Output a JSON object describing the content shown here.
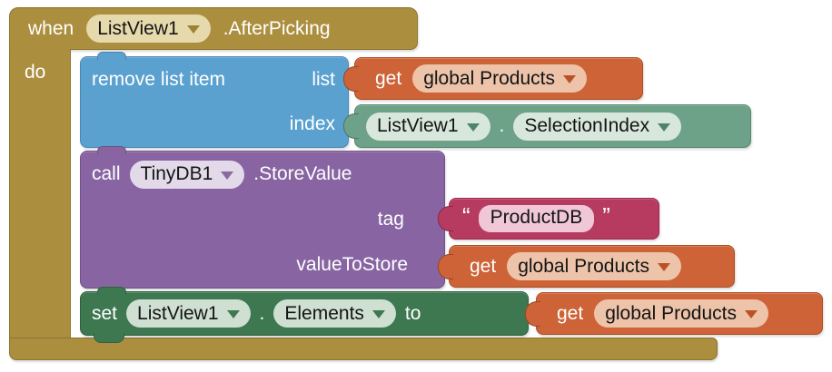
{
  "colors": {
    "event": "#AB8F3F",
    "event_border": "#8C7430",
    "event_dd": "#E6D9AC",
    "event_arrow": "#9C8334",
    "blue": "#5BA1D0",
    "blue_border": "#4788B5",
    "orange": "#CD6337",
    "orange_border": "#AD4D22",
    "orange_dd": "#EDC3A9",
    "orange_arrow": "#BD5126",
    "getter": "#6DA188",
    "getter_border": "#55876D",
    "getter_dd": "#D8E7DB",
    "getter_arrow": "#4F8468",
    "setter": "#3D7851",
    "setter_border": "#2E5F3E",
    "setter_dd": "#CFDFD2",
    "purple": "#8865A2",
    "purple_border": "#6F5288",
    "purple_dd": "#E3DAE9",
    "purple_arrow": "#8A6BA0",
    "crimson": "#B73A60",
    "crimson_border": "#992B4D",
    "crimson_field": "#EFC7D6"
  },
  "event_block": {
    "when": "when",
    "component": "ListView1",
    "event": ".AfterPicking",
    "do": "do"
  },
  "remove_block": {
    "label": "remove list item",
    "list_socket": "list",
    "index_socket": "index"
  },
  "get_products_1": {
    "get": "get",
    "variable": "global Products"
  },
  "selection_index_block": {
    "component": "ListView1",
    "dot": ".",
    "property": "SelectionIndex"
  },
  "call_block": {
    "call": "call",
    "component": "TinyDB1",
    "method": ".StoreValue",
    "tag_socket": "tag",
    "value_socket": "valueToStore"
  },
  "text_block": {
    "open_quote": "“",
    "value": "ProductDB",
    "close_quote": "”"
  },
  "get_products_2": {
    "get": "get",
    "variable": "global Products"
  },
  "set_block": {
    "set": "set",
    "component": "ListView1",
    "dot": ".",
    "property": "Elements",
    "to": "to"
  },
  "get_products_3": {
    "get": "get",
    "variable": "global Products"
  }
}
